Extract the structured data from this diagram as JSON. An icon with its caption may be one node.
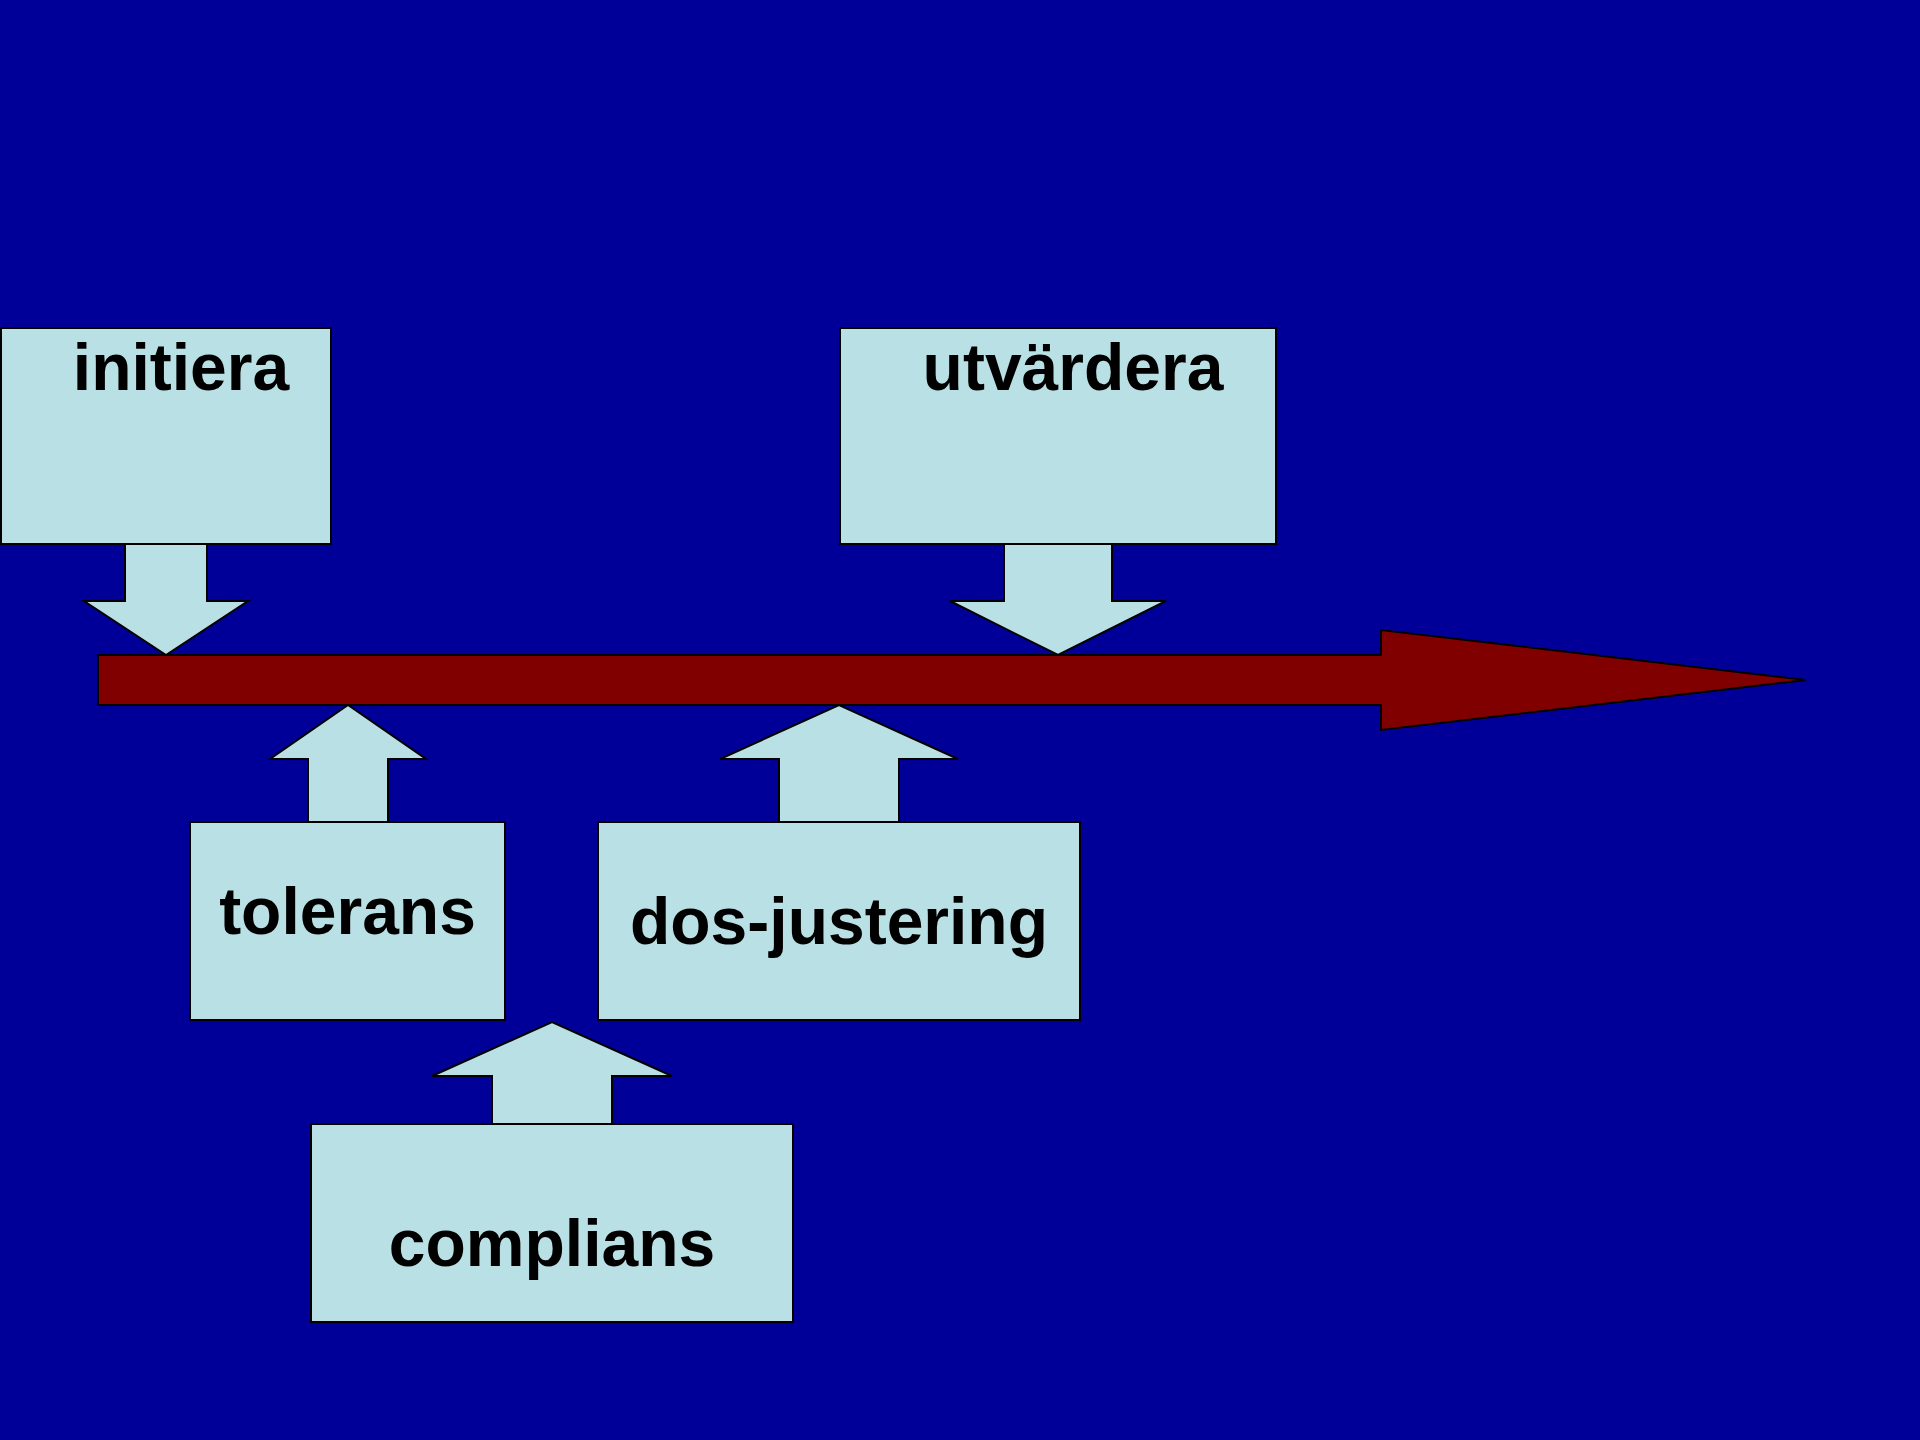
{
  "diagram": {
    "nodes": [
      {
        "text": [
          "initiera"
        ]
      },
      {
        "text": [
          "utvärdera"
        ]
      },
      {
        "text": [
          "tolerans"
        ]
      },
      {
        "text": [
          "dos-justering"
        ]
      },
      {
        "text": [
          "complians"
        ]
      },
      {
        "text": [],
        "shape": "arrow"
      }
    ],
    "edges": [
      {
        "from": 0,
        "to": 5,
        "arrow": "to"
      },
      {
        "from": 1,
        "to": 5,
        "arrow": "to"
      },
      {
        "from": 2,
        "to": 5,
        "arrow": "to"
      },
      {
        "from": 3,
        "to": 5,
        "arrow": "to"
      },
      {
        "from": 4,
        "to": null,
        "arrow": "to"
      }
    ]
  }
}
